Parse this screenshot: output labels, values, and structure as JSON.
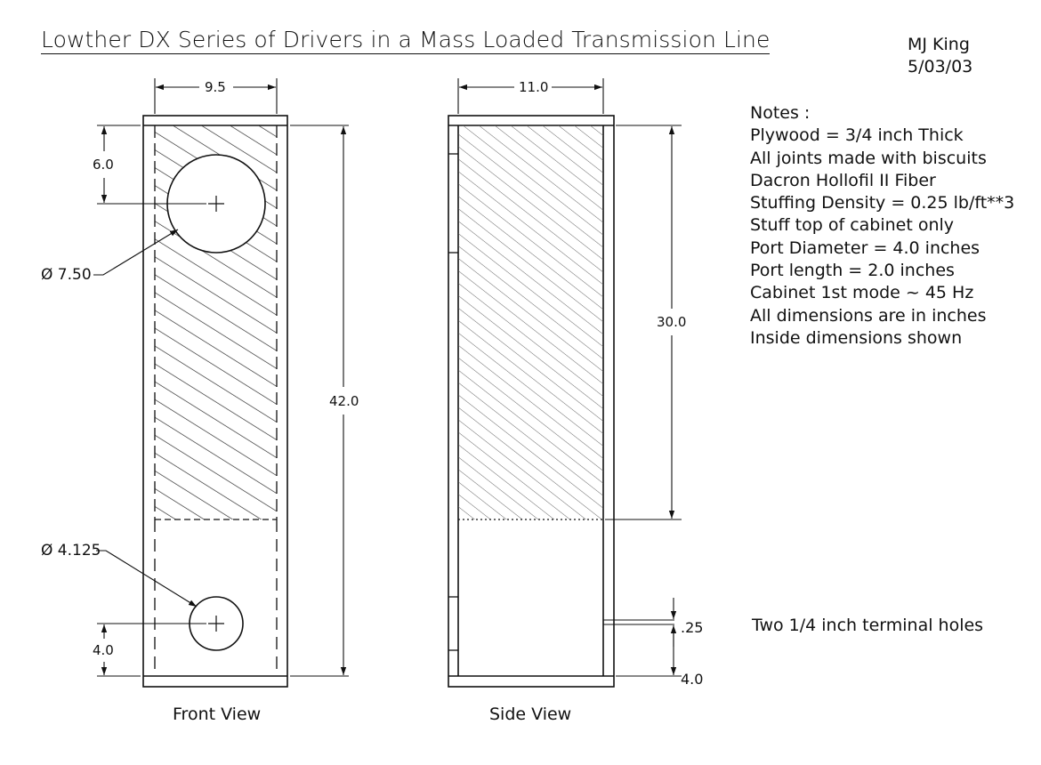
{
  "drawing": {
    "title": "Lowther DX Series of Drivers in a Mass Loaded Transmission Line",
    "author": "MJ King",
    "date": "5/03/03"
  },
  "notes": [
    "Notes :",
    "Plywood = 3/4 inch Thick",
    "All joints made with biscuits",
    "Dacron Hollofil II Fiber",
    "Stuffing Density = 0.25 lb/ft**3",
    "Stuff top of cabinet only",
    "Port Diameter = 4.0 inches",
    "Port length = 2.0 inches",
    "Cabinet 1st mode ~ 45 Hz",
    "All dimensions are in inches",
    "Inside dimensions shown"
  ],
  "front_view": {
    "label": "Front View",
    "width_dim": "9.5",
    "driver_offset_dim": "6.0",
    "driver_diameter_dim": "Ø 7.50",
    "port_diameter_dim": "Ø 4.125",
    "port_offset_dim": "4.0",
    "height_dim": "42.0"
  },
  "side_view": {
    "label": "Side View",
    "depth_dim": "11.0",
    "stuffing_length_dim": "30.0",
    "terminal_hole_dim": ".25",
    "terminal_offset_dim": "4.0",
    "terminal_note": "Two 1/4 inch terminal holes"
  },
  "colors": {
    "line": "#111111",
    "hatch": "#222222",
    "background": "#ffffff",
    "frame": "#000000"
  }
}
